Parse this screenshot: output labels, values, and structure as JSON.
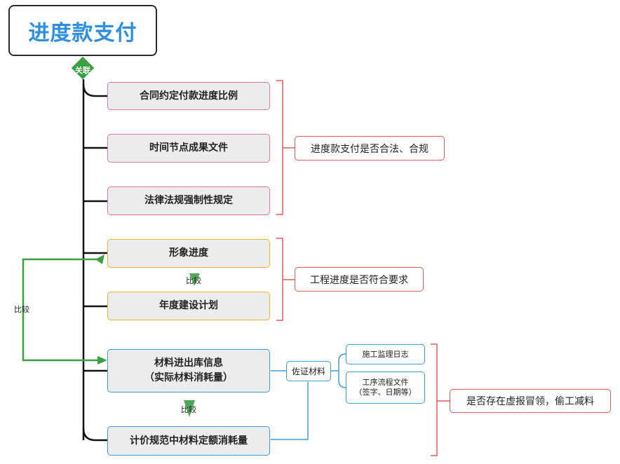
{
  "title": "进度款支付",
  "relation_label": "关联",
  "groups": {
    "g1": {
      "items": [
        "合同约定付款进度比例",
        "时间节点成果文件",
        "法律法规强制性规定"
      ],
      "summary": "进度款支付是否合法、合规"
    },
    "g2": {
      "items": [
        "形象进度",
        "年度建设计划"
      ],
      "compare": "比较",
      "summary": "工程进度是否符合要求"
    },
    "g3": {
      "material_line1": "材料进出库信息",
      "material_line2": "（实际材料消耗量）",
      "norm": "计价规范中材料定额消耗量",
      "compare": "比较",
      "evidence": "佐证材料",
      "log": "施工监理日志",
      "process_line1": "工序流程文件",
      "process_line2": "（签字、日期等）",
      "summary": "是否存在虚报冒领，偷工减料"
    }
  },
  "side_compare": "比较",
  "colors": {
    "title": "#2e8fe0",
    "relation": "#3aa042",
    "pink": "#e27aa4",
    "gold": "#f2b430",
    "blue": "#3a9fd8",
    "red": "#e25b5b",
    "green": "#3aa042"
  }
}
